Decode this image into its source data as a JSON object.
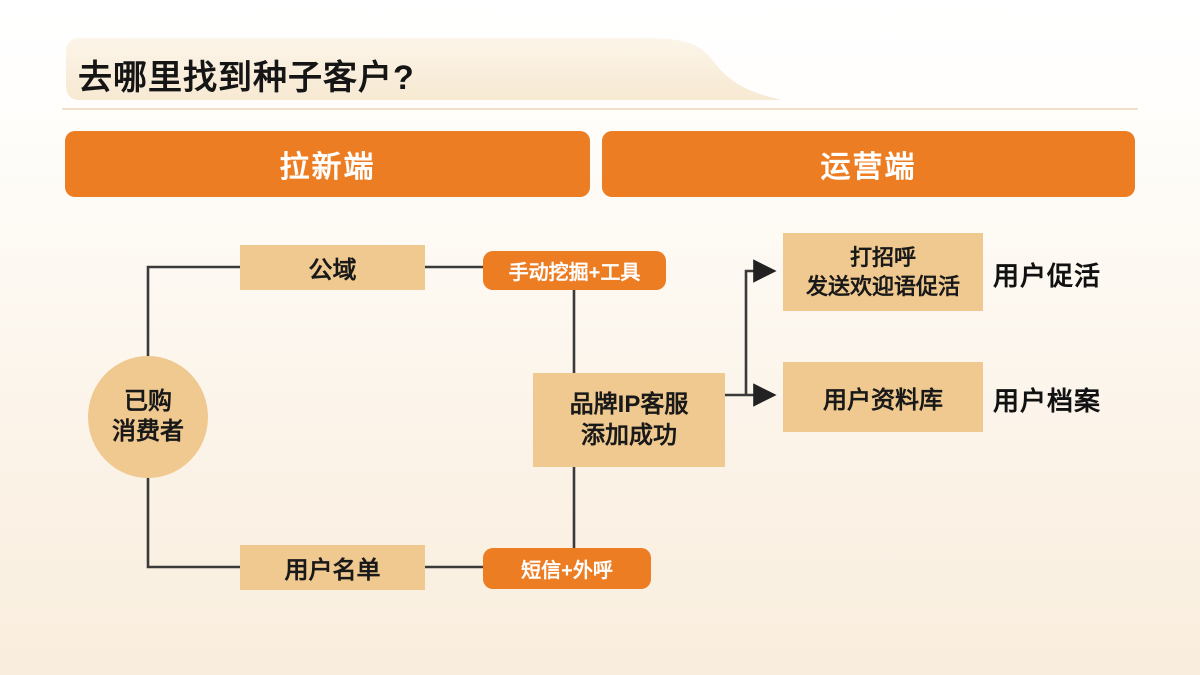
{
  "slide": {
    "title": "去哪里找到种子客户?"
  },
  "columns": [
    {
      "label": "拉新端"
    },
    {
      "label": "运营端"
    }
  ],
  "flow": {
    "source": {
      "line1": "已购",
      "line2": "消费者"
    },
    "public_domain": {
      "label": "公域"
    },
    "manual_mining": {
      "label": "手动挖掘+工具"
    },
    "user_list": {
      "label": "用户名单"
    },
    "sms_outbound": {
      "label": "短信+外呼"
    },
    "brand_ip": {
      "line1": "品牌IP客服",
      "line2": "添加成功"
    },
    "greeting": {
      "line1": "打招呼",
      "line2": "发送欢迎语促活"
    },
    "user_database": {
      "label": "用户资料库"
    },
    "annotations": {
      "user_activation": "用户促活",
      "user_profile": "用户档案"
    }
  },
  "colors": {
    "orange": "#ED7D23",
    "tan": "#EFC98F",
    "line": "#3a3a3a",
    "band-top": "#FCF5E9",
    "band-bottom": "#F7E9D2"
  }
}
